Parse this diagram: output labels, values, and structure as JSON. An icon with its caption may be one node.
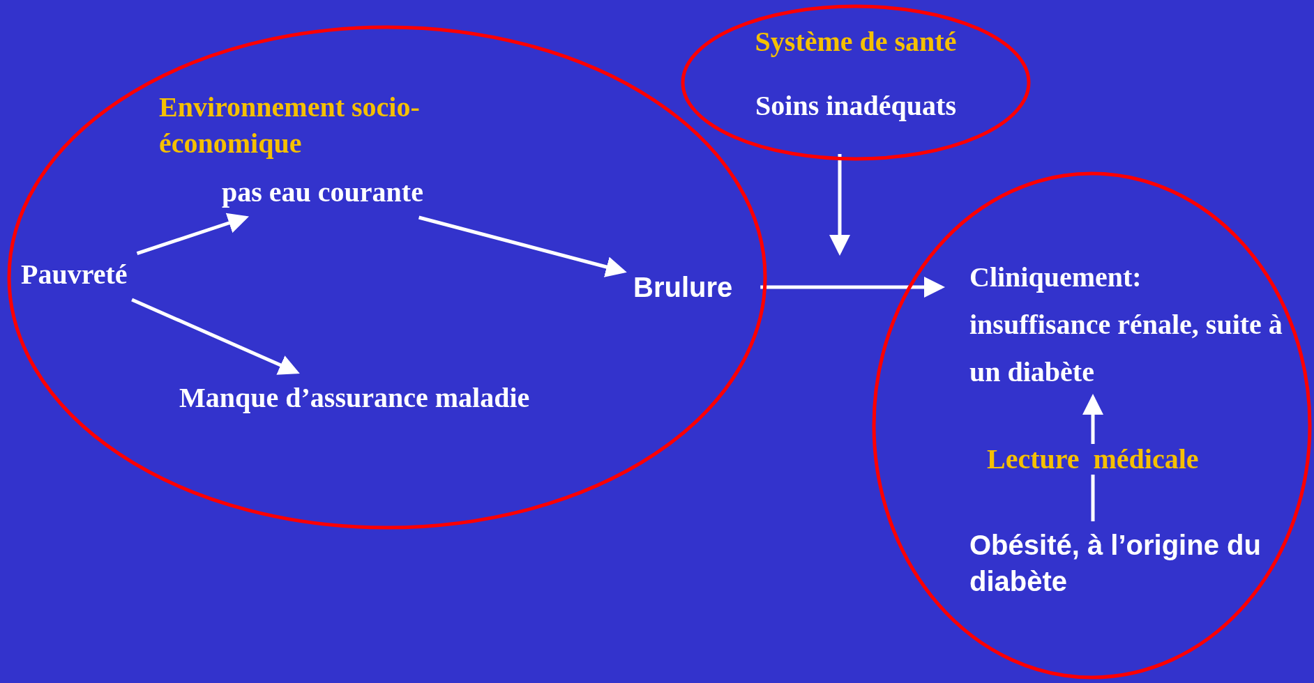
{
  "diagram": {
    "nodes": [
      {
        "text": [
          "Environnement socio-économique"
        ]
      },
      {
        "text": [
          "Pauvreté"
        ],
        "in": 0
      },
      {
        "text": [
          "pas eau courante"
        ],
        "in": 0
      },
      {
        "text": [
          "Manque d’assurance maladie"
        ],
        "in": 0
      },
      {
        "text": [
          "Brulure"
        ],
        "in": 0
      },
      {
        "text": [
          "Système de santé",
          "Soins inadéquats"
        ]
      },
      {
        "text": [],
        "shape": "circle"
      },
      {
        "text": [
          "Cliniquement: insuffisance rénale, suite à un diabète"
        ],
        "in": 6
      },
      {
        "text": [
          "Obésité, à l’origine du diabète"
        ],
        "in": 6
      }
    ],
    "edges": [
      {
        "from": 1,
        "to": 2,
        "arrow": "to"
      },
      {
        "from": 1,
        "to": 3,
        "arrow": "to"
      },
      {
        "from": 2,
        "to": 4,
        "arrow": "to"
      },
      {
        "from": 5,
        "to": null,
        "arrow": "to"
      },
      {
        "from": 4,
        "to": 7,
        "arrow": "to"
      },
      {
        "from": 8,
        "to": 7,
        "arrow": "to",
        "label": "Lecture  médicale"
      }
    ]
  }
}
